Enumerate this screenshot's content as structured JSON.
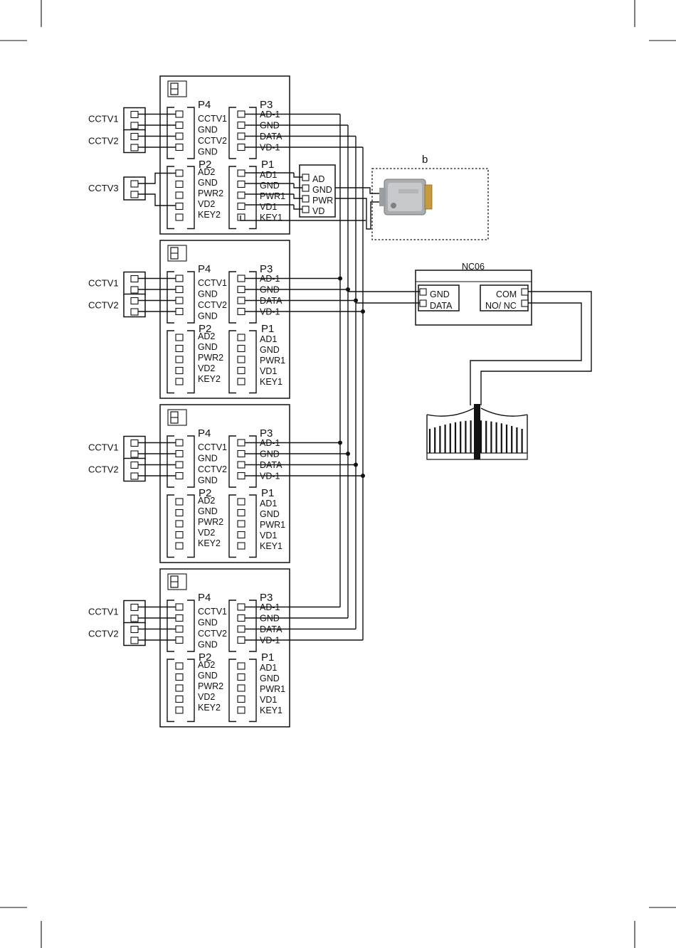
{
  "units": [
    {
      "p4": {
        "header": "P4",
        "labels": [
          "CCTV1",
          "GND",
          "CCTV2",
          "GND"
        ]
      },
      "p3": {
        "header": "P3",
        "labels": [
          "AD-1",
          "GND",
          "DATA",
          "VD-1"
        ]
      },
      "p2": {
        "header": "P2",
        "labels": [
          "AD2",
          "GND",
          "PWR2",
          "VD2",
          "KEY2"
        ]
      },
      "p1": {
        "header": "P1",
        "labels": [
          "AD1",
          "GND",
          "PWR1",
          "VD1",
          "KEY1"
        ]
      },
      "cams": [
        "CCTV1",
        "CCTV2",
        "CCTV3"
      ]
    },
    {
      "p4": {
        "header": "P4",
        "labels": [
          "CCTV1",
          "GND",
          "CCTV2",
          "GND"
        ]
      },
      "p3": {
        "header": "P3",
        "labels": [
          "AD-1",
          "GND",
          "DATA",
          "VD-1"
        ]
      },
      "p2": {
        "header": "P2",
        "labels": [
          "AD2",
          "GND",
          "PWR2",
          "VD2",
          "KEY2"
        ]
      },
      "p1": {
        "header": "P1",
        "labels": [
          "AD1",
          "GND",
          "PWR1",
          "VD1",
          "KEY1"
        ]
      },
      "cams": [
        "CCTV1",
        "CCTV2"
      ]
    },
    {
      "p4": {
        "header": "P4",
        "labels": [
          "CCTV1",
          "GND",
          "CCTV2",
          "GND"
        ]
      },
      "p3": {
        "header": "P3",
        "labels": [
          "AD-1",
          "GND",
          "DATA",
          "VD-1"
        ]
      },
      "p2": {
        "header": "P2",
        "labels": [
          "AD2",
          "GND",
          "PWR2",
          "VD2",
          "KEY2"
        ]
      },
      "p1": {
        "header": "P1",
        "labels": [
          "AD1",
          "GND",
          "PWR1",
          "VD1",
          "KEY1"
        ]
      },
      "cams": [
        "CCTV1",
        "CCTV2"
      ]
    },
    {
      "p4": {
        "header": "P4",
        "labels": [
          "CCTV1",
          "GND",
          "CCTV2",
          "GND"
        ]
      },
      "p3": {
        "header": "P3",
        "labels": [
          "AD-1",
          "GND",
          "DATA",
          "VD-1"
        ]
      },
      "p2": {
        "header": "P2",
        "labels": [
          "AD2",
          "GND",
          "PWR2",
          "VD2",
          "KEY2"
        ]
      },
      "p1": {
        "header": "P1",
        "labels": [
          "AD1",
          "GND",
          "PWR1",
          "VD1",
          "KEY1"
        ]
      },
      "cams": [
        "CCTV1",
        "CCTV2"
      ]
    }
  ],
  "door_station": {
    "labels": [
      "AD",
      "GND",
      "PWR",
      "VD"
    ]
  },
  "lock": {
    "label": "b",
    "icon": "electric-lock-icon"
  },
  "nc06": {
    "title": "NC06",
    "left_labels": [
      "GND",
      "DATA"
    ],
    "right_labels": [
      "COM",
      "NO/ NC"
    ]
  },
  "gate": {
    "icon": "gate-icon"
  }
}
